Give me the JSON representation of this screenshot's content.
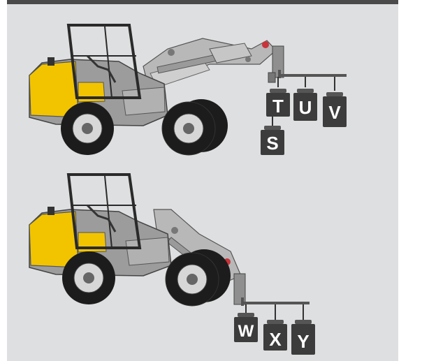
{
  "colors": {
    "panel_bg": "#dedfe0",
    "top_bar": "#4a4a4a",
    "body_yellow": "#f2c400",
    "boom_gray": "#b8b8b8",
    "weight_dark": "#3c3c3c",
    "tire_black": "#1c1c1c"
  },
  "diagram_top": {
    "weight_labels": [
      "T",
      "U",
      "V",
      "S"
    ]
  },
  "diagram_bottom": {
    "weight_labels": [
      "W",
      "X",
      "Y"
    ]
  }
}
